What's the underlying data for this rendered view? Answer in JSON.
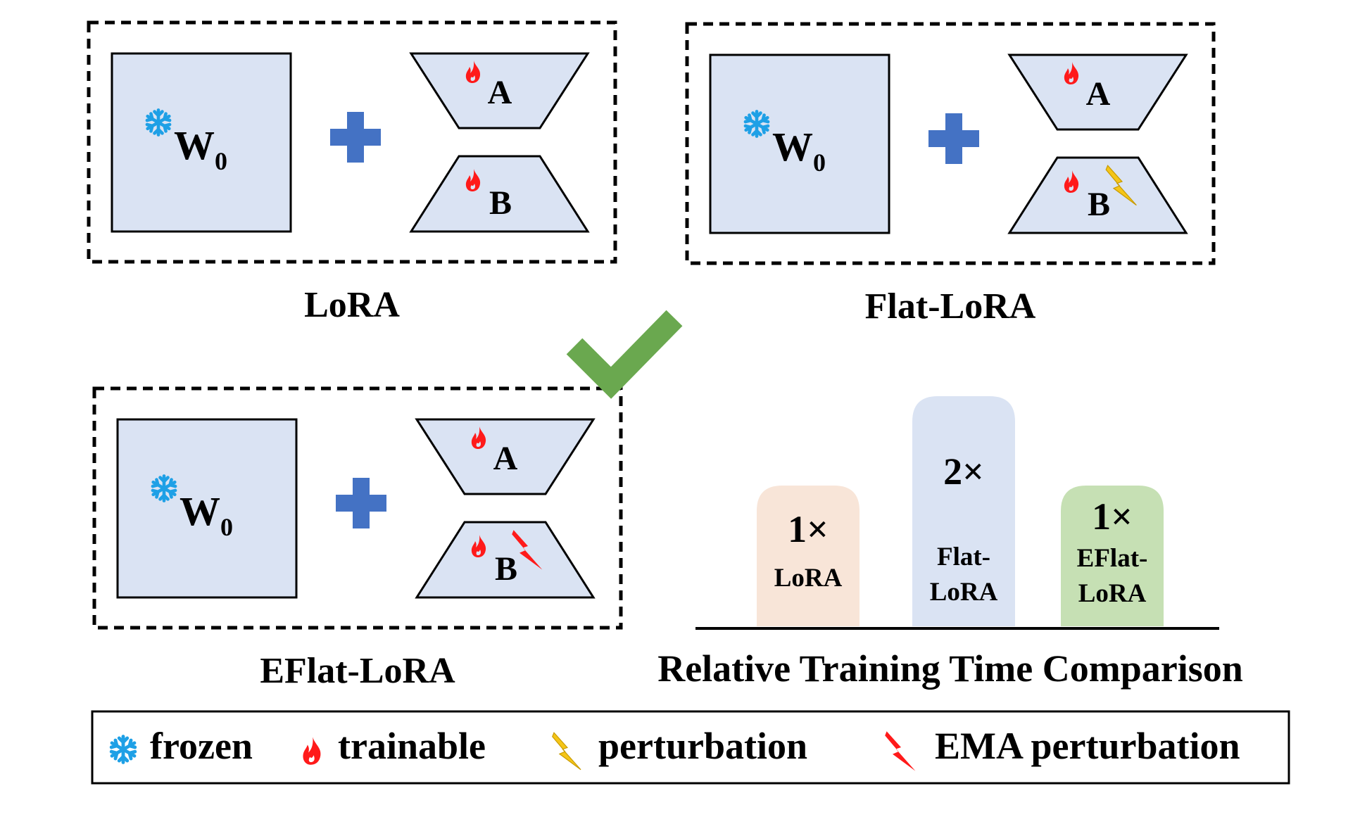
{
  "panels": [
    {
      "id": "lora",
      "caption": "LoRA",
      "w_label": "W",
      "w_sub": "0",
      "a_label": "A",
      "b_label": "B",
      "b_perturbation": "none",
      "checkmark": false
    },
    {
      "id": "flat-lora",
      "caption": "Flat-LoRA",
      "w_label": "W",
      "w_sub": "0",
      "a_label": "A",
      "b_label": "B",
      "b_perturbation": "perturbation",
      "checkmark": false
    },
    {
      "id": "eflat-lora",
      "caption": "EFlat-LoRA",
      "w_label": "W",
      "w_sub": "0",
      "a_label": "A",
      "b_label": "B",
      "b_perturbation": "ema",
      "checkmark": true
    }
  ],
  "comparison": {
    "title": "Relative Training Time Comparison",
    "bars": [
      {
        "value_label": "1×",
        "name_lines": [
          "LoRA"
        ],
        "relative": 1,
        "color": "#f8e5d8"
      },
      {
        "value_label": "2×",
        "name_lines": [
          "Flat-",
          "LoRA"
        ],
        "relative": 2,
        "color": "#dae3f3"
      },
      {
        "value_label": "1×",
        "name_lines": [
          "EFlat-",
          "LoRA"
        ],
        "relative": 1,
        "color": "#c6e0b4"
      }
    ]
  },
  "legend": {
    "items": [
      {
        "icon": "snowflake-icon",
        "label": "frozen"
      },
      {
        "icon": "fire-icon",
        "label": "trainable"
      },
      {
        "icon": "perturbation-bolt-icon",
        "label": "perturbation"
      },
      {
        "icon": "ema-bolt-icon",
        "label": "EMA perturbation"
      }
    ]
  },
  "colors": {
    "box_fill": "#dae3f3",
    "plus": "#4472c4",
    "snowflake": "#1ea0e6",
    "fire": "#ff1a1a",
    "bolt_yellow": "#f5c518",
    "bolt_red": "#ff1a1a",
    "check": "#6aa84f"
  }
}
